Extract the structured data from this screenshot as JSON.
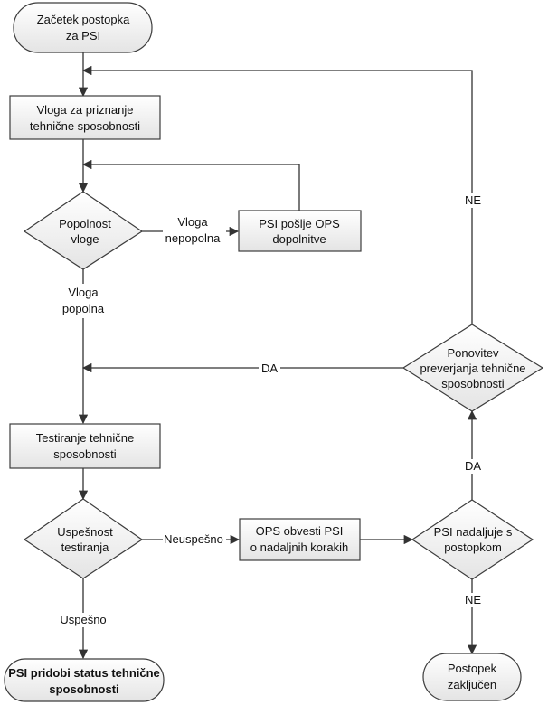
{
  "nodes": {
    "start": [
      "Začetek postopka",
      "za PSI"
    ],
    "application": [
      "Vloga za priznanje",
      "tehnične sposobnosti"
    ],
    "completeness": [
      "Popolnost",
      "vloge"
    ],
    "supplement": [
      "PSI pošlje OPS",
      "dopolnitve"
    ],
    "testing": [
      "Testiranje tehnične",
      "sposobnosti"
    ],
    "test_success": [
      "Uspešnost",
      "testiranja"
    ],
    "notify": [
      "OPS obvesti PSI",
      "o nadaljnih korakih"
    ],
    "continue": [
      "PSI nadaljuje s",
      "postopkom"
    ],
    "repeat": [
      "Ponovitev",
      "preverjanja tehnične",
      "sposobnosti"
    ],
    "status": [
      "PSI pridobi status tehnične",
      "sposobnosti"
    ],
    "closed": [
      "Postopek",
      "zaključen"
    ]
  },
  "edge_labels": {
    "incomplete": [
      "Vloga",
      "nepopolna"
    ],
    "complete": [
      "Vloga",
      "popolna"
    ],
    "failed": "Neuspešno",
    "succeeded": "Uspešno",
    "continue_yes": "DA",
    "continue_no": "NE",
    "repeat_yes": "DA",
    "repeat_no": "NE"
  }
}
